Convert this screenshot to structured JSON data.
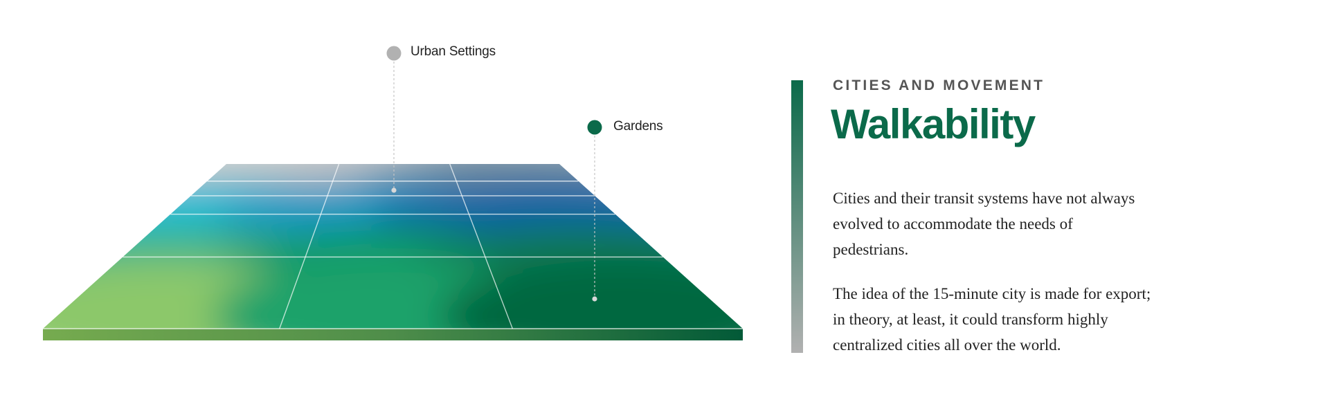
{
  "diagram": {
    "callouts": [
      {
        "id": "urban",
        "label": "Urban Settings",
        "color": "#b1b1b1"
      },
      {
        "id": "gardens",
        "label": "Gardens",
        "color": "#0b6a4a"
      }
    ],
    "grid": {
      "columns": 3,
      "rows": 5
    },
    "gradient_colors": {
      "top": [
        "#cdb18f",
        "#8f7d74",
        "#4c3f3c"
      ],
      "upper": [
        "#c5c9cc",
        "#bfc3c6",
        "#6f8ea3"
      ],
      "middle": [
        "#15bcd6",
        "#1595c5",
        "#0b64a6"
      ],
      "lower": [
        "#3bb48a",
        "#119a6a",
        "#0d7a54"
      ],
      "bottom": [
        "#8cc86a",
        "#1aa26a",
        "#04683f"
      ],
      "edge": [
        "#76ab4f",
        "#4e8d4a",
        "#025a38"
      ]
    }
  },
  "panel": {
    "eyebrow": "CITIES AND MOVEMENT",
    "title": "Walkability",
    "title_color": "#0b6a4a",
    "accent_gradient": [
      "#0b6a4a",
      "#b1b1b1"
    ],
    "paragraphs": [
      "Cities and their transit systems have not always evolved to accommodate the needs of pedestrians.",
      "The idea of the 15-minute city is made for export; in theory, at least, it could transform highly centralized cities all over the world."
    ]
  }
}
